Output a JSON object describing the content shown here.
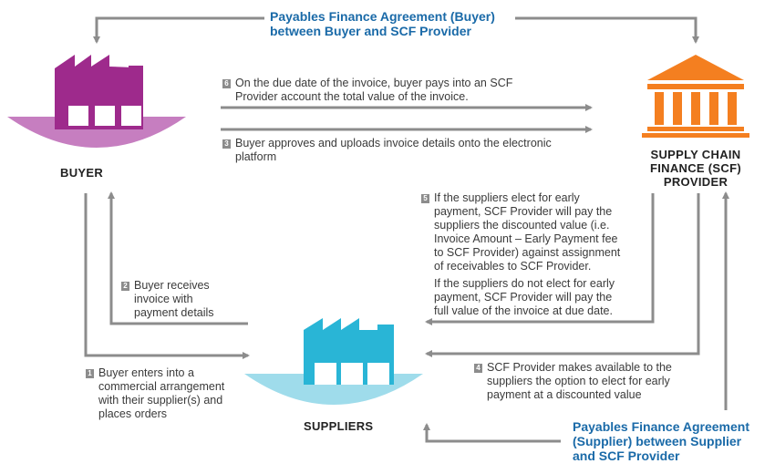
{
  "colors": {
    "buyer": "#9e2a8c",
    "buyer_base": "#c67ec0",
    "supplier": "#29b5d6",
    "supplier_base": "#9fdceb",
    "provider": "#f47f20",
    "arrow": "#8c8c8c",
    "agreement_text": "#1a6aa8"
  },
  "icons": {
    "buyer": "factory-icon",
    "supplier": "factory-icon",
    "provider": "bank-building-icon"
  },
  "agreements": {
    "top_line1": "Payables Finance Agreement (Buyer)",
    "top_line2": "between Buyer and SCF Provider",
    "bottom_line1": "Payables Finance Agreement",
    "bottom_line2": "(Supplier) between Supplier",
    "bottom_line3": "and SCF Provider"
  },
  "actors": {
    "buyer": "BUYER",
    "suppliers": "SUPPLIERS",
    "provider_line1": "SUPPLY CHAIN",
    "provider_line2": "FINANCE (SCF)",
    "provider_line3": "PROVIDER"
  },
  "steps": {
    "s1": {
      "num": "1",
      "lines": [
        "Buyer enters into a",
        "commercial arrangement",
        "with their supplier(s) and",
        "places orders"
      ]
    },
    "s2": {
      "num": "2",
      "lines": [
        "Buyer receives",
        "invoice with",
        "payment details"
      ]
    },
    "s3": {
      "num": "3",
      "lines": [
        "Buyer approves and uploads invoice details onto the electronic",
        "platform"
      ]
    },
    "s4": {
      "num": "4",
      "lines": [
        "SCF Provider makes available to the",
        "suppliers the option to elect for early",
        "payment at a discounted value"
      ]
    },
    "s5": {
      "num": "5",
      "lines": [
        "If the suppliers elect for early",
        "payment, SCF Provider will pay the",
        "suppliers the discounted value (i.e.",
        "Invoice Amount – Early Payment fee",
        "to SCF Provider) against assignment",
        "of receivables to SCF Provider."
      ],
      "lines_b": [
        "If the suppliers do not elect for early",
        "payment, SCF Provider will pay the",
        "full value of the invoice at due date."
      ]
    },
    "s6": {
      "num": "6",
      "lines": [
        "On the due date of the invoice, buyer pays into an SCF",
        "Provider account the total value of the invoice."
      ]
    }
  }
}
